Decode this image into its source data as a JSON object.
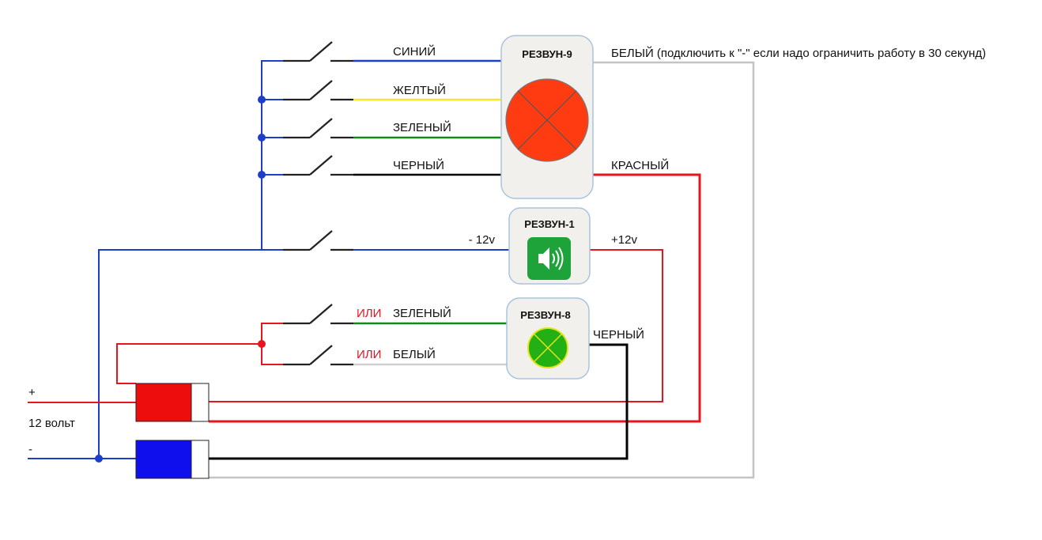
{
  "colors": {
    "blue": "#1d3fc8",
    "yellow": "#f4e72a",
    "green": "#128a1a",
    "black": "#000000",
    "red": "#e8141e",
    "gray": "#c4c4c4",
    "device_fill": "#f2f0ec",
    "device_border": "#a9c4de",
    "lamp_red": "#ff3b12",
    "lamp_green": "#23b014",
    "lamp_green_border": "#e3e31c",
    "speaker_green": "#1ea33a",
    "terminal_red": "#ee0d0d",
    "terminal_blue": "#0f0fee"
  },
  "devices": {
    "rezvun9": {
      "title": "РЕЗВУН-9",
      "icon": "red-cross-lamp-icon"
    },
    "rezvun1": {
      "title": "РЕЗВУН-1",
      "icon": "speaker-icon"
    },
    "rezvun8": {
      "title": "РЕЗВУН-8",
      "icon": "green-cross-lamp-icon"
    }
  },
  "wires": {
    "blue": "СИНИЙ",
    "yellow": "ЖЕЛТЫЙ",
    "green": "ЗЕЛЕНЫЙ",
    "black": "ЧЕРНЫЙ",
    "white_note": "БЕЛЫЙ (подключить к \"-\" если надо ограничить работу в 30 секунд)",
    "red": "КРАСНЫЙ",
    "minus12": "- 12v",
    "plus12": "+12v",
    "ili": "ИЛИ",
    "r8_green": "ЗЕЛЕНЫЙ",
    "r8_white": "БЕЛЫЙ",
    "r8_black": "ЧЕРНЫЙ"
  },
  "power": {
    "plus": "+",
    "voltage": "12 вольт",
    "minus": "-"
  }
}
